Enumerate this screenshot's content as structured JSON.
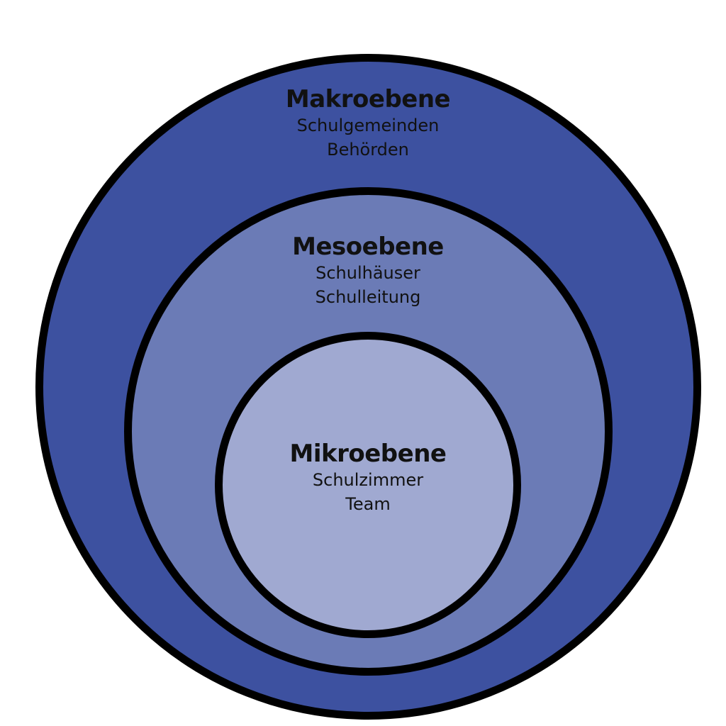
{
  "colors": {
    "makro": "#3d51a0",
    "meso": "#6b7bb6",
    "mikro": "#a0a9d1",
    "border": "#000000"
  },
  "levels": {
    "makro": {
      "title": "Makroebene",
      "line1": "Schulgemeinden",
      "line2": "Behörden"
    },
    "meso": {
      "title": "Mesoebene",
      "line1": "Schulhäuser",
      "line2": "Schulleitung"
    },
    "mikro": {
      "title": "Mikroebene",
      "line1": "Schulzimmer",
      "line2": "Team"
    }
  }
}
